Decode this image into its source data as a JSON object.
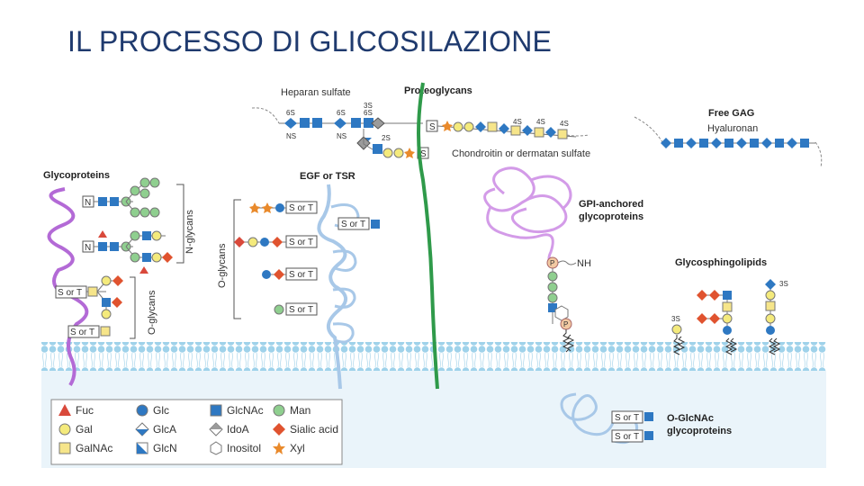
{
  "title": "IL PROCESSO DI GLICOSILAZIONE",
  "colors": {
    "fuc": "#d9493b",
    "gal": "#f4ea7c",
    "galnac": "#f6e58a",
    "glc": "#2e78c2",
    "glca": "#2e78c2",
    "glcn": "#2e78c2",
    "glcnac": "#2e78c2",
    "idoa": "#9b9b9b",
    "inositol": "#ffffff",
    "man": "#8fcf8f",
    "sialic": "#e0532f",
    "xyl": "#e98a2c",
    "protein_purple": "#b36ad6",
    "protein_blue": "#a8c8e8",
    "proteoglycan_green": "#2f9a4a",
    "membrane": "#9fd2ea"
  },
  "labels": {
    "heparan": "Heparan sulfate",
    "proteoglycans": "Proteoglycans",
    "free_gag": "Free GAG",
    "hyaluronan": "Hyaluronan",
    "chondroitin": "Chondroitin or dermatan sulfate",
    "glycoproteins": "Glycoproteins",
    "egf": "EGF or TSR",
    "n_glycans": "N-glycans",
    "o_glycans_left": "O-glycans",
    "o_glycans_mid": "O-glycans",
    "gpi": "GPI-anchored",
    "gpi2": "glycoproteins",
    "nh": "NH",
    "p": "P",
    "glycosphingolipids": "Glycosphingolipids",
    "oglcnac": "O-GlcNAc",
    "oglcnac2": "glycoproteins",
    "s": "S",
    "n": "N",
    "s_or_t": "S or T",
    "sulf_6s": "6S",
    "sulf_ns": "NS",
    "sulf_3s": "3S",
    "sulf_2s": "2S",
    "sulf_4s": "4S"
  },
  "legend": [
    {
      "shape": "triangle",
      "color": "fuc",
      "label": "Fuc"
    },
    {
      "shape": "circle",
      "color": "glc",
      "label": "Glc"
    },
    {
      "shape": "square",
      "color": "glcnac",
      "label": "GlcNAc"
    },
    {
      "shape": "circle",
      "color": "man",
      "label": "Man"
    },
    {
      "shape": "circle",
      "color": "gal",
      "label": "Gal"
    },
    {
      "shape": "diamond-half",
      "color": "glca",
      "label": "GlcA"
    },
    {
      "shape": "diamond-grey",
      "color": "idoa",
      "label": "IdoA"
    },
    {
      "shape": "diamond",
      "color": "sialic",
      "label": "Sialic acid"
    },
    {
      "shape": "square",
      "color": "galnac",
      "label": "GalNAc"
    },
    {
      "shape": "square-half",
      "color": "glcn",
      "label": "GlcN"
    },
    {
      "shape": "hexagon",
      "color": "inositol",
      "label": "Inositol"
    },
    {
      "shape": "star",
      "color": "xyl",
      "label": "Xyl"
    }
  ]
}
